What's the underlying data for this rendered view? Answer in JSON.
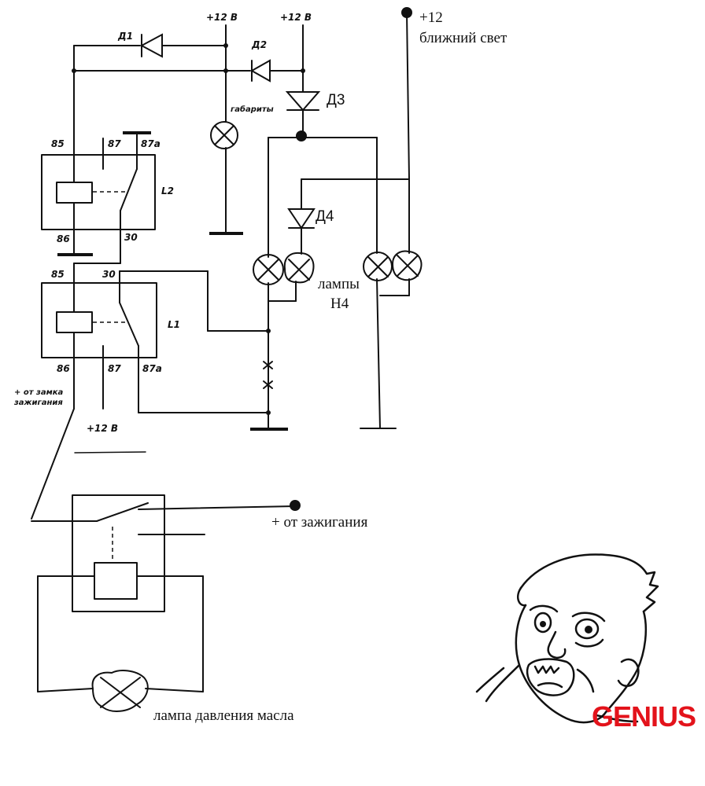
{
  "labels": {
    "plus12_a": "+12 В",
    "plus12_b": "+12 В",
    "plus12_high": "+12",
    "low_beam": "ближний свет",
    "d1": "Д1",
    "d2": "Д2",
    "d3": "Д3",
    "d4": "Д4",
    "gabarity": "габариты",
    "relay2": {
      "pin85": "85",
      "pin87": "87",
      "pin87a": "87а",
      "pin86": "86",
      "pin30": "30",
      "name": "L2"
    },
    "relay1": {
      "pin85": "85",
      "pin30": "30",
      "pin86": "86",
      "pin87": "87",
      "pin87a": "87а",
      "name": "L1"
    },
    "lamps_h4_line1": "лампы",
    "lamps_h4_line2": "Н4",
    "ignition_lock_line1": "+ от замка",
    "ignition_lock_line2": "зажигания",
    "plus12_bottom": "+12 В",
    "from_ignition": "+ от зажигания",
    "oil_lamp": "лампа давления масла",
    "genius": "GENIUS"
  },
  "colors": {
    "line": "#111111",
    "genius_text": "#e3131b",
    "background": "#ffffff"
  },
  "icons": {
    "meme": "genius-face-icon",
    "lamp": "lamp-cross-icon",
    "diode": "diode-icon"
  }
}
